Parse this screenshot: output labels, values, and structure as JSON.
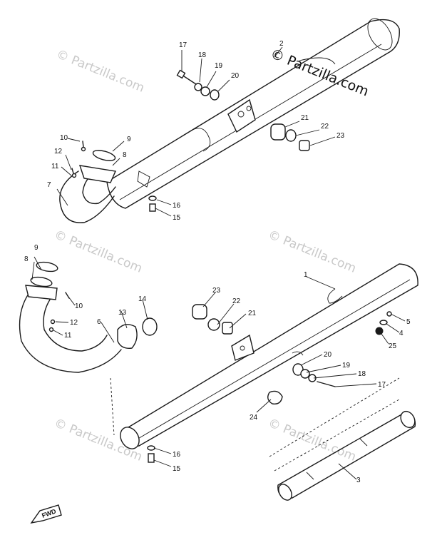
{
  "diagram": {
    "watermark_main": "© Partzilla.com",
    "watermark_faint": "© Partzilla.com",
    "direction_label": "FWD",
    "callouts": {
      "c1": "1",
      "c2": "2",
      "c3": "3",
      "c4": "4",
      "c5": "5",
      "c6": "6",
      "c7": "7",
      "c8": "8",
      "c8b": "8",
      "c9": "9",
      "c9b": "9",
      "c10": "10",
      "c10b": "10",
      "c11": "11",
      "c11b": "11",
      "c12": "12",
      "c12b": "12",
      "c13": "13",
      "c14": "14",
      "c15": "15",
      "c15b": "15",
      "c16": "16",
      "c16b": "16",
      "c17": "17",
      "c17b": "17",
      "c18": "18",
      "c18b": "18",
      "c19": "19",
      "c19b": "19",
      "c20": "20",
      "c20b": "20",
      "c21": "21",
      "c21b": "21",
      "c22": "22",
      "c22b": "22",
      "c23": "23",
      "c23b": "23",
      "c24": "24",
      "c25": "25"
    }
  }
}
